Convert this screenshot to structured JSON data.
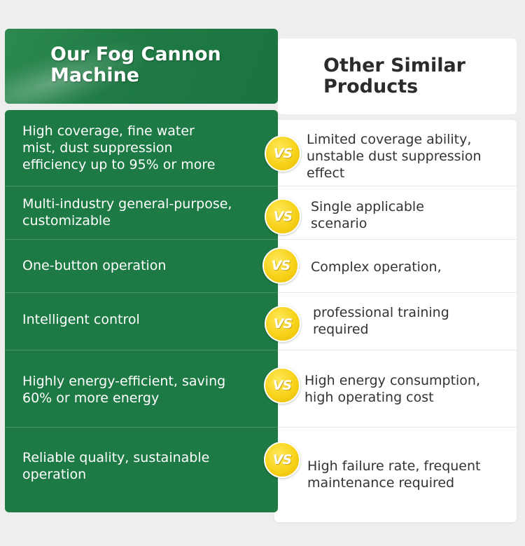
{
  "header": {
    "ours_title": "Our Fog Cannon\nMachine",
    "others_title": "Other Similar\nProducts"
  },
  "vs_label": "VS",
  "rows": [
    {
      "ours": "High coverage, fine water\nmist, dust suppression\nefficiency up to 95% or more",
      "others": "Limited coverage ability,\nunstable dust suppression\neffect"
    },
    {
      "ours": "Multi-industry general-purpose,\ncustomizable",
      "others": "Single applicable\nscenario"
    },
    {
      "ours": "One-button operation",
      "others": "Complex operation,"
    },
    {
      "ours": "Intelligent control",
      "others": "professional training\nrequired"
    },
    {
      "ours": "Highly energy-efficient, saving\n60% or more energy",
      "others": "High energy consumption,\nhigh operating cost"
    },
    {
      "ours": "Reliable quality, sustainable\noperation",
      "others": "High failure rate, frequent\nmaintenance required"
    }
  ]
}
